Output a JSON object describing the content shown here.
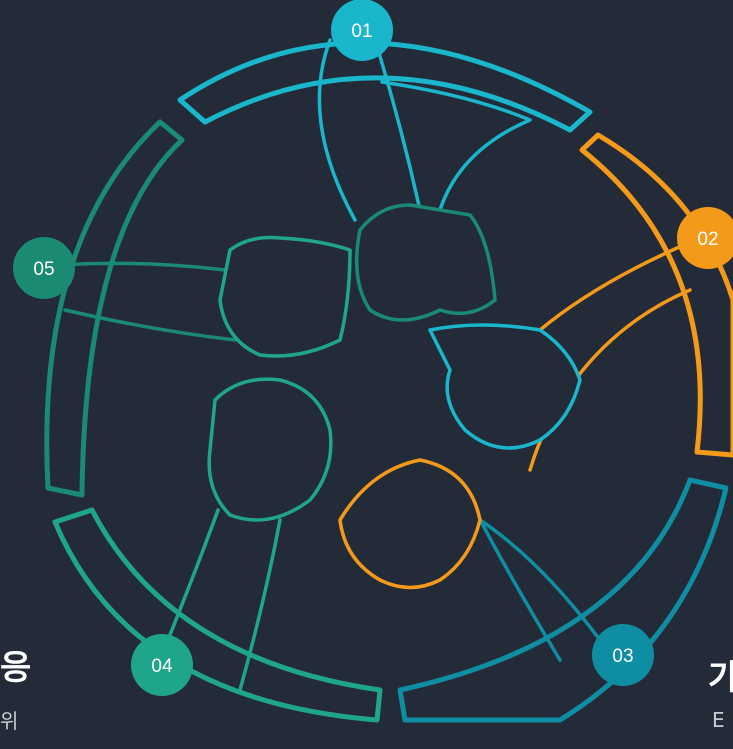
{
  "steps": [
    {
      "label": "01",
      "color": "#19b6cc"
    },
    {
      "label": "02",
      "color": "#f49a1a"
    },
    {
      "label": "03",
      "color": "#0f8ea3"
    },
    {
      "label": "04",
      "color": "#1fa68a"
    },
    {
      "label": "05",
      "color": "#1b8a72"
    }
  ],
  "left_text": {
    "title": "응",
    "subtitle": "위"
  },
  "right_text": {
    "title": "가",
    "subtitle": "E"
  },
  "background": "#242b38"
}
